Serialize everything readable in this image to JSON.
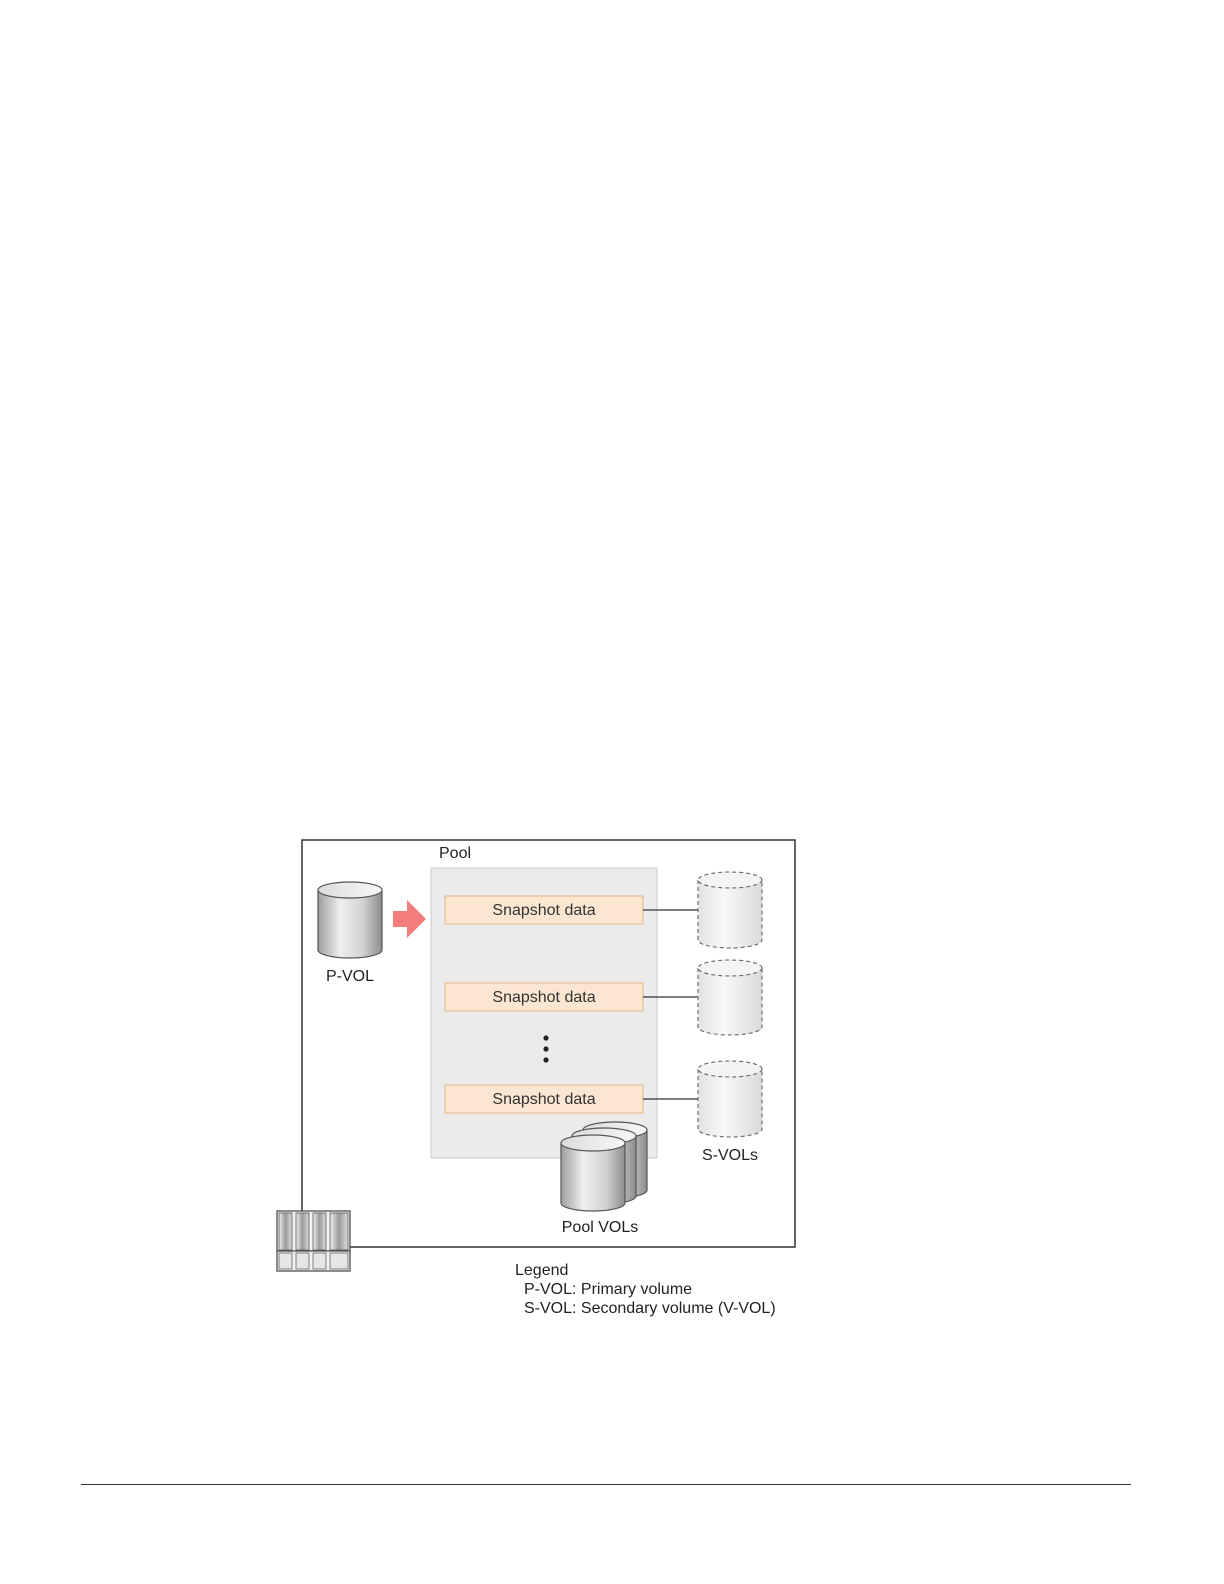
{
  "diagram": {
    "pool_label": "Pool",
    "pvol_label": "P-VOL",
    "snapshot_labels": [
      "Snapshot data",
      "Snapshot data",
      "Snapshot data"
    ],
    "svols_label": "S-VOLs",
    "poolvols_label": "Pool VOLs"
  },
  "legend": {
    "title": "Legend",
    "items": [
      "P-VOL: Primary volume",
      "S-VOL: Secondary volume (V-VOL)"
    ]
  },
  "colors": {
    "arrow": "#f47c7c",
    "snapshot_fill": "#fbe6d2",
    "snapshot_stroke": "#e6b48c",
    "pool_fill": "#ebebeb",
    "pool_stroke": "#c9c9c9"
  },
  "icons": {
    "storage_system": "storage-system-icon",
    "pvol": "cylinder-icon",
    "svol": "dashed-cylinder-icon",
    "pool_vols": "stacked-cylinders-icon",
    "copy_arrow": "right-arrow-icon",
    "ellipsis": "vertical-ellipsis-icon"
  }
}
